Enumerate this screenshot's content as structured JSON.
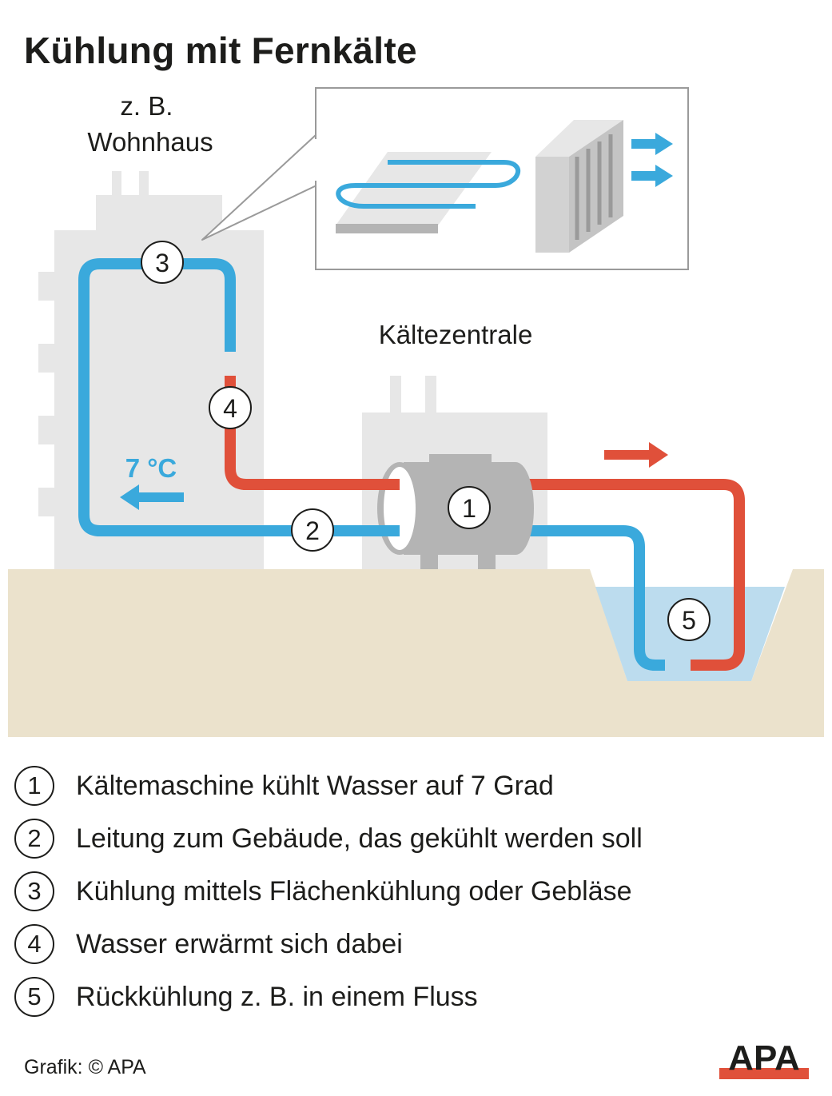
{
  "title": "Kühlung mit Fernkälte",
  "labels": {
    "building": [
      "z. B.",
      "Wohnhaus"
    ],
    "plant": "Kältezentrale",
    "temperature": "7 °C"
  },
  "markers": [
    "1",
    "2",
    "3",
    "4",
    "5"
  ],
  "legend": [
    {
      "num": "1",
      "text": "Kältemaschine kühlt Wasser auf 7 Grad"
    },
    {
      "num": "2",
      "text": "Leitung zum Gebäude, das gekühlt werden soll"
    },
    {
      "num": "3",
      "text": "Kühlung mittels Flächenkühlung oder Gebläse"
    },
    {
      "num": "4",
      "text": "Wasser erwärmt sich dabei"
    },
    {
      "num": "5",
      "text": "Rückkühlung z. B. in einem Fluss"
    }
  ],
  "credit": "Grafik: © APA",
  "logo": "APA",
  "colors": {
    "cold": "#3aa9dc",
    "warm": "#e0503a",
    "building": "#e7e7e7",
    "ground": "#ebe2cc",
    "water": "#bcdcee",
    "machine": "#b4b4b4"
  }
}
